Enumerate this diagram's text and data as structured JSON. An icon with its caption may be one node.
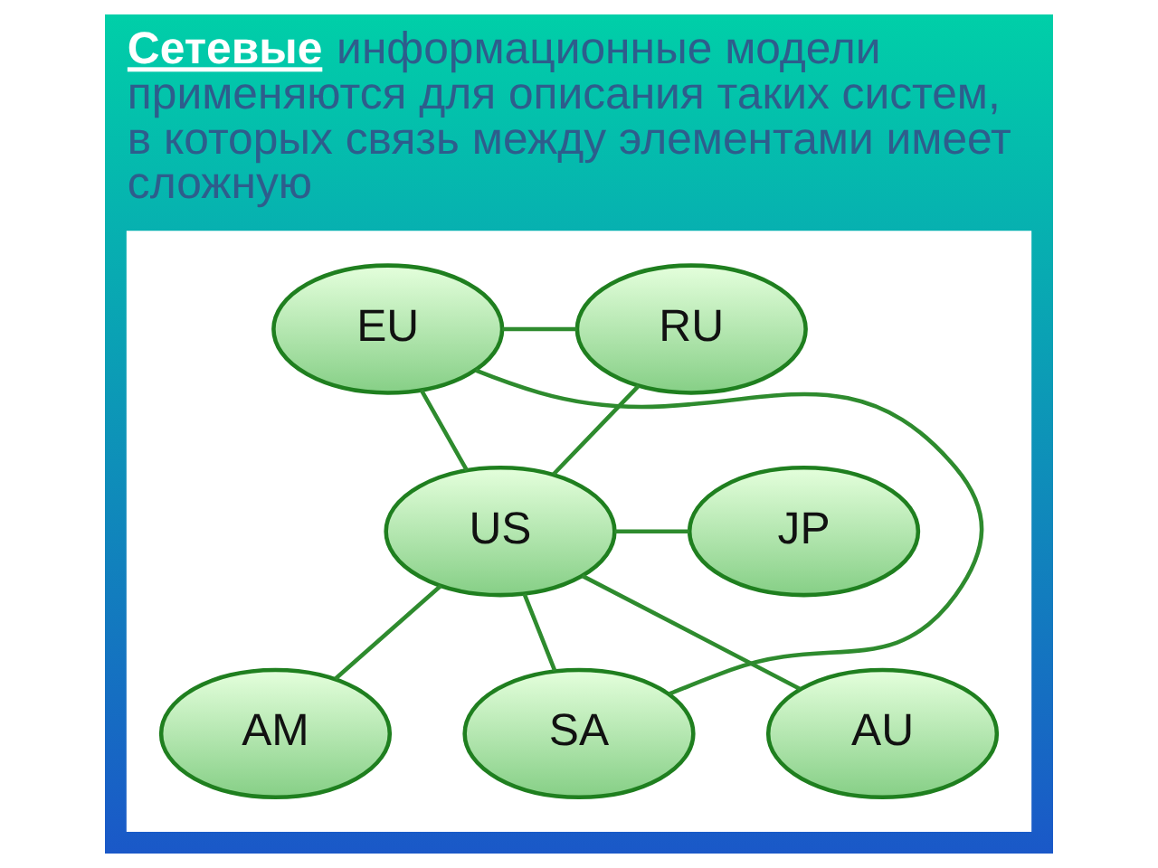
{
  "diagram": {
    "title": "**Сетевые** информационные модели применяются для описания таких систем, в которых связь между элементами имеет сложную",
    "nodes": [
      {
        "text": [],
        "shape": "box"
      },
      {
        "text": [
          "EU"
        ],
        "in": 0
      },
      {
        "text": [
          "RU"
        ],
        "in": 0
      },
      {
        "text": [
          "US"
        ],
        "in": 0
      },
      {
        "text": [
          "JP"
        ],
        "in": 0
      },
      {
        "text": [
          "AM"
        ],
        "in": 0
      },
      {
        "text": [
          "SA"
        ],
        "in": 0
      },
      {
        "text": [
          "AU"
        ],
        "in": 0
      }
    ],
    "edges": [
      {
        "from": 1,
        "to": 2,
        "arrow": "none"
      },
      {
        "from": 1,
        "to": 3,
        "arrow": "none"
      },
      {
        "from": 2,
        "to": 3,
        "arrow": "none"
      },
      {
        "from": 3,
        "to": 4,
        "arrow": "none"
      },
      {
        "from": 3,
        "to": 5,
        "arrow": "none"
      },
      {
        "from": 3,
        "to": 6,
        "arrow": "none"
      },
      {
        "from": 3,
        "to": 7,
        "arrow": "none"
      },
      {
        "from": 1,
        "to": 6,
        "arrow": "none"
      }
    ]
  }
}
